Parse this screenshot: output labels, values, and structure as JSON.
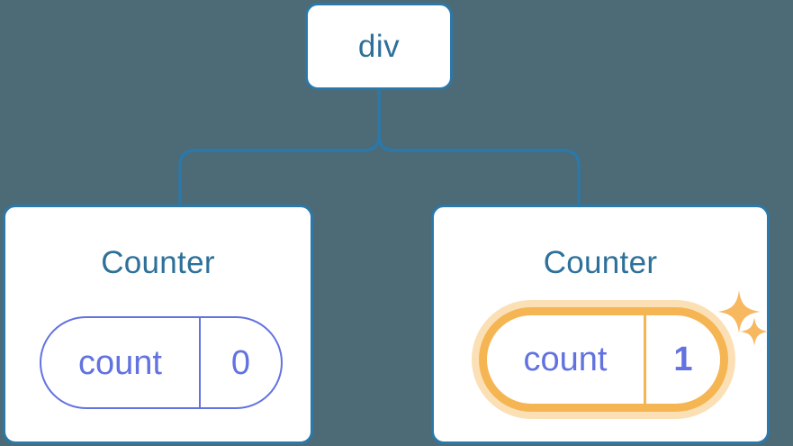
{
  "diagram": {
    "background_color": "#4c6b76",
    "node_border_color": "#2c78a8",
    "node_title_color": "#2d7099",
    "state_color": "#6272e0",
    "highlight_color": "#f5b553",
    "highlight_halo_color": "#fbe0b6",
    "edge_color": "#2c78a8"
  },
  "root": {
    "label": "div"
  },
  "children": [
    {
      "title": "Counter",
      "state": {
        "key": "count",
        "value": "0"
      },
      "highlighted": false
    },
    {
      "title": "Counter",
      "state": {
        "key": "count",
        "value": "1"
      },
      "highlighted": true,
      "sparkle_icons": [
        "sparkle-large-icon",
        "sparkle-small-icon"
      ]
    }
  ]
}
